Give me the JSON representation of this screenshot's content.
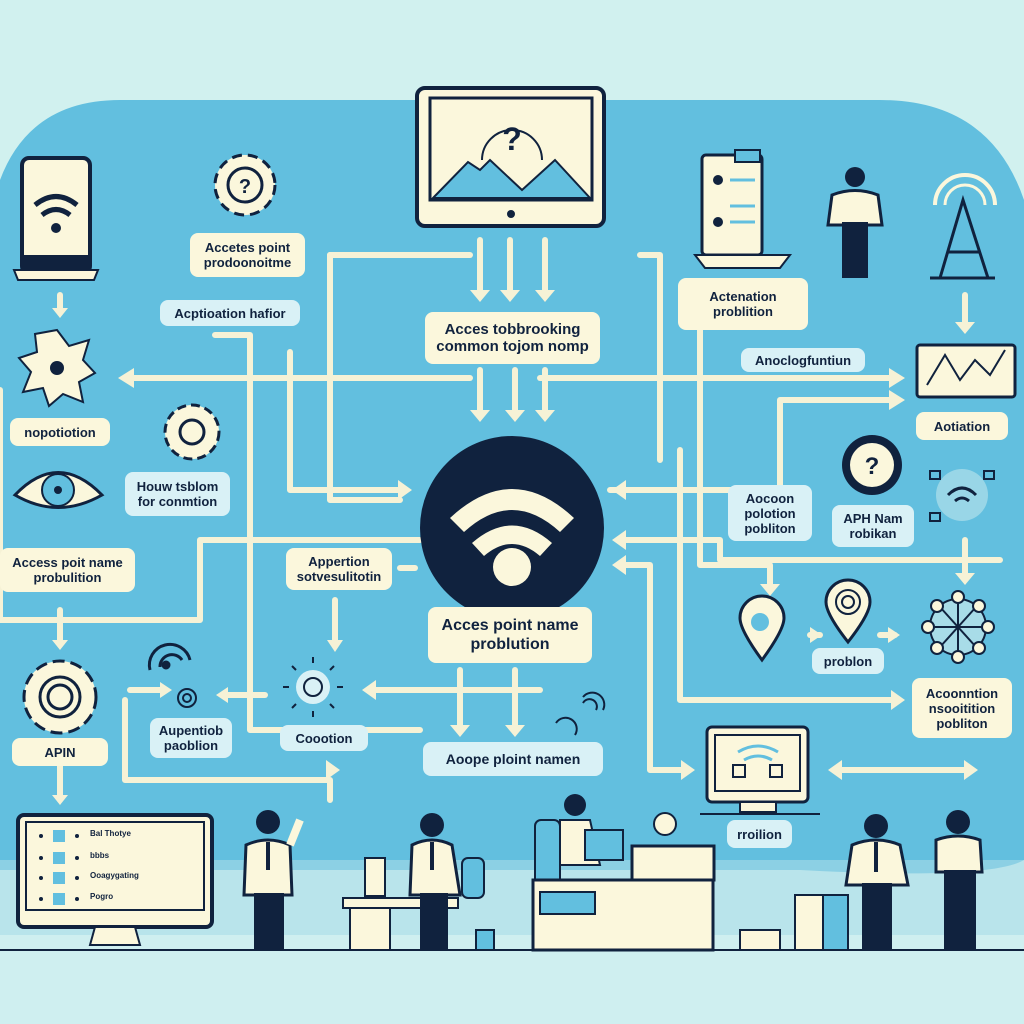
{
  "colors": {
    "sky": "#d1f1ef",
    "panel": "#62bfdf",
    "cream": "#fbf7dc",
    "navy": "#10223e",
    "light_label": "#d9f1f6",
    "connector": "#f6f2d6"
  },
  "hub": {
    "icon": "wifi-icon",
    "caption": "Acces point name\nproblution"
  },
  "nodes": {
    "top_monitor": {
      "icon": "question-mark-image-icon"
    },
    "top_caption": "Acces tobbrooking\ncommon tojom nomp",
    "phone": {
      "icon": "smartphone-wifi-icon"
    },
    "gear_question": {
      "icon": "gear-question-icon",
      "caption": "Accetes point\nprodoonoitme"
    },
    "application_tab": "Acptioation hafior",
    "clipboard": {
      "icon": "clipboard-checklist-icon",
      "caption": "Actenation\nproblition"
    },
    "person_top": {
      "icon": "person-standing-icon"
    },
    "tower": {
      "icon": "antenna-tower-icon"
    },
    "association_tab": "Anoclogfuntiun",
    "waveform": {
      "icon": "waveform-monitor-icon",
      "caption": "Aotiation"
    },
    "sun_gear": {
      "icon": "sun-gear-icon",
      "caption": "nopotiotion"
    },
    "small_gear": {
      "icon": "gear-icon",
      "caption": "Houw tsblom\nfor conmtion"
    },
    "eye": {
      "icon": "eye-icon"
    },
    "left_mid": "Access poit name\nprobulition",
    "appertion": "Appertion\nsotvesulitotin",
    "right_mid": "Aocoon\npolotion\npobliton",
    "apn_gear": {
      "icon": "gear-question-icon",
      "caption": "APH Nam\nrobikan"
    },
    "wifi_cluster": {
      "icon": "wifi-cluster-icon"
    },
    "pin": {
      "icon": "location-pin-icon"
    },
    "fingerprint_pin": {
      "icon": "fingerprint-pin-icon",
      "caption": "problon"
    },
    "network": {
      "icon": "network-graph-icon"
    },
    "right_lower": "Acoonntion\nnsooitition\npobliton",
    "apn_gear2": {
      "icon": "gear-icon",
      "caption": "APIN"
    },
    "signal": {
      "icon": "signal-waves-icon"
    },
    "fingerprint": {
      "icon": "fingerprint-icon",
      "caption": "Aupentiob\npaoblion"
    },
    "burst": {
      "icon": "sun-burst-icon",
      "caption": "Coootion"
    },
    "bottom_center": "Aoope ploint namen",
    "tiny_wifi": {
      "icon": "wifi-small-icon"
    },
    "monitor_right": {
      "icon": "monitor-wifi-icon",
      "caption": "rroilion"
    },
    "list_monitor": {
      "icon": "desktop-list-icon",
      "rows": [
        "Bal Thotye",
        "bbbs",
        "Ooagygating",
        "Pogro"
      ]
    },
    "people": [
      "person-phone-icon",
      "person-desk-icon",
      "person-sitting-icon",
      "person-hands-hips-icon",
      "person-arms-crossed-icon"
    ]
  }
}
